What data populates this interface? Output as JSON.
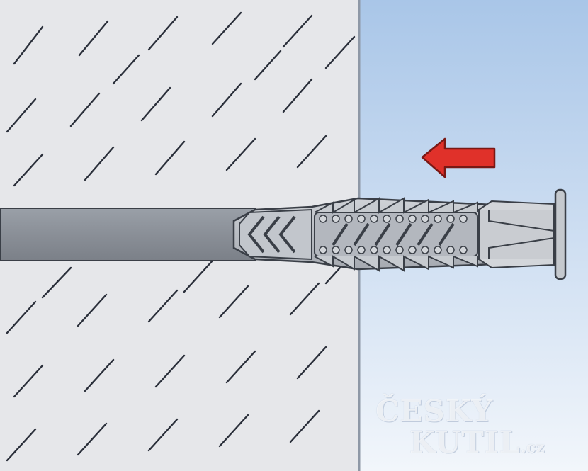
{
  "watermark": {
    "line1": "ČESKÝ",
    "line2_main": "KUTIL",
    "line2_suffix": ".cz"
  },
  "colors": {
    "wall": "#e6e7ea",
    "wall_edge": "#8e98a6",
    "hatch": "#2a2f3a",
    "air_top": "#a9c6e8",
    "air_bottom": "#f2f6fb",
    "hole_rod": "#8a8f97",
    "plug_body": "#b9bdc3",
    "plug_outline": "#3a3f47",
    "arrow": "#e0312a"
  },
  "icons": [
    "insert-direction-arrow-icon"
  ]
}
